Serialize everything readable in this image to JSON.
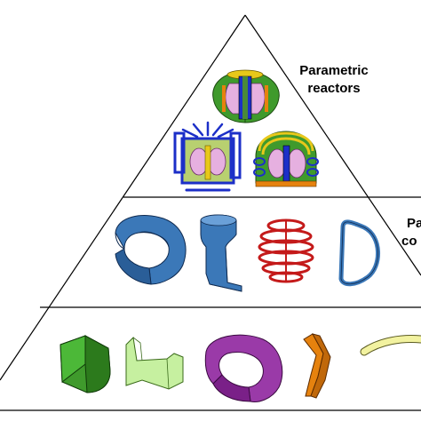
{
  "labels": {
    "reactors_line1": "Parametric",
    "reactors_line2": "reactors",
    "components_line1": "Pa",
    "components_line2": "co"
  },
  "colors": {
    "pyramid_outline": "#000000",
    "tier_divider": "#000000",
    "shape_blue": "#3b78b8",
    "shape_red": "#c41a1a",
    "shape_green": "#3f9a2c",
    "shape_light_green": "#c6f0a0",
    "shape_purple": "#9a3aa8",
    "shape_orange": "#e6820e",
    "shape_yellow": "#f2f2a0",
    "plasma_pink": "#e6b0e0",
    "coil_yellow": "#e8c81a",
    "frame_blue": "#1c2fc8"
  },
  "tiers": {
    "top": "parametric-reactors",
    "middle": "parametric-components",
    "bottom": "primitive-shapes"
  },
  "icons": {
    "reactors": [
      "tokamak-cutaway-icon",
      "reactor-with-blue-tf-coils-icon",
      "reactor-with-yellow-coils-icon"
    ],
    "components": [
      "blue-torus-section-icon",
      "blue-center-column-icon",
      "red-helical-coil-icon",
      "blue-d-shaped-coil-icon"
    ],
    "primitives": [
      "green-extruded-block-icon",
      "light-green-bent-plate-icon",
      "purple-rotated-c-shape-icon",
      "orange-zigzag-extrusion-icon",
      "yellow-curved-rod-icon"
    ]
  }
}
